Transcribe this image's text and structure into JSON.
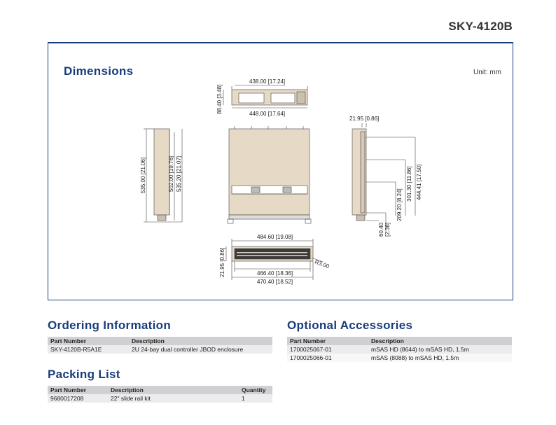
{
  "header": {
    "model": "SKY-4120B"
  },
  "dimensions": {
    "title": "Dimensions",
    "unit": "Unit: mm",
    "labels": {
      "front_inner_width": "438.00 [17.24]",
      "front_height": "88.40 [3.48]",
      "front_outer_width": "448.00 [17.64]",
      "side_depth_outer": "535.00 [21.06]",
      "side_depth_502": "502.00 [19.76]",
      "side_depth_535": "535.20 [21.07]",
      "rear_top": "21.95 [0.86]",
      "rear_444": "444.41 [17.50]",
      "rear_301": "301.30 [11.86]",
      "rear_209": "209.20 [8.24]",
      "rear_60": "60.40",
      "rear_60b": "[2.38]",
      "bottom_top": "484.60 [19.08]",
      "bottom_left": "21.95 [0.86]",
      "bottom_r": "R3.00",
      "bottom_466": "466.40 [18.36]",
      "bottom_470": "470.40 [18.52]"
    }
  },
  "ordering": {
    "title": "Ordering Information",
    "headers": [
      "Part Number",
      "Description"
    ],
    "rows": [
      [
        "SKY-4120B-R5A1E",
        "2U 24-bay dual controller JBOD enclosure"
      ]
    ]
  },
  "accessories": {
    "title": "Optional Accessories",
    "headers": [
      "Part Number",
      "Description"
    ],
    "rows": [
      [
        "1700025067-01",
        "mSAS HD (8644) to mSAS HD, 1.5m"
      ],
      [
        "1700025066-01",
        "mSAS (8088) to mSAS HD, 1.5m"
      ]
    ]
  },
  "packing": {
    "title": "Packing List",
    "headers": [
      "Part Number",
      "Description",
      "Quantity"
    ],
    "rows": [
      [
        "9680017208",
        "22\" slide rail kit",
        "1"
      ]
    ]
  }
}
